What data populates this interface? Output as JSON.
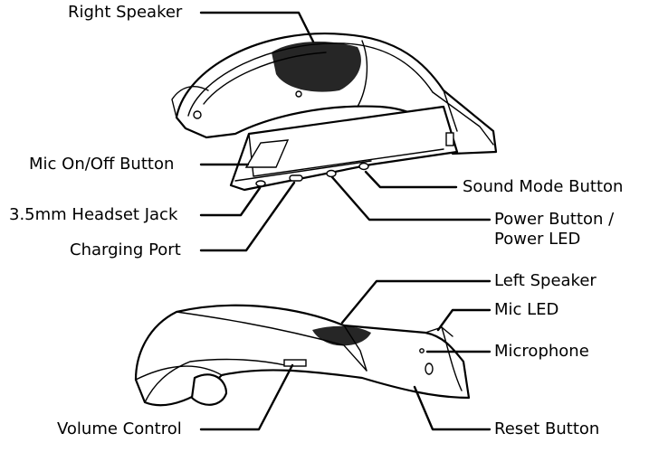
{
  "labels": {
    "right_speaker": "Right Speaker",
    "mic_button": "Mic On/Off Button",
    "sound_mode": "Sound Mode Button",
    "headset_jack": "3.5mm Headset Jack",
    "power_button_line1": "Power Button /",
    "power_button_line2": "Power LED",
    "charging_port": "Charging Port",
    "left_speaker": "Left Speaker",
    "mic_led": "Mic LED",
    "microphone": "Microphone",
    "volume_control": "Volume Control",
    "reset_button": "Reset Button"
  },
  "colors": {
    "line": "#000000",
    "background": "#ffffff"
  }
}
